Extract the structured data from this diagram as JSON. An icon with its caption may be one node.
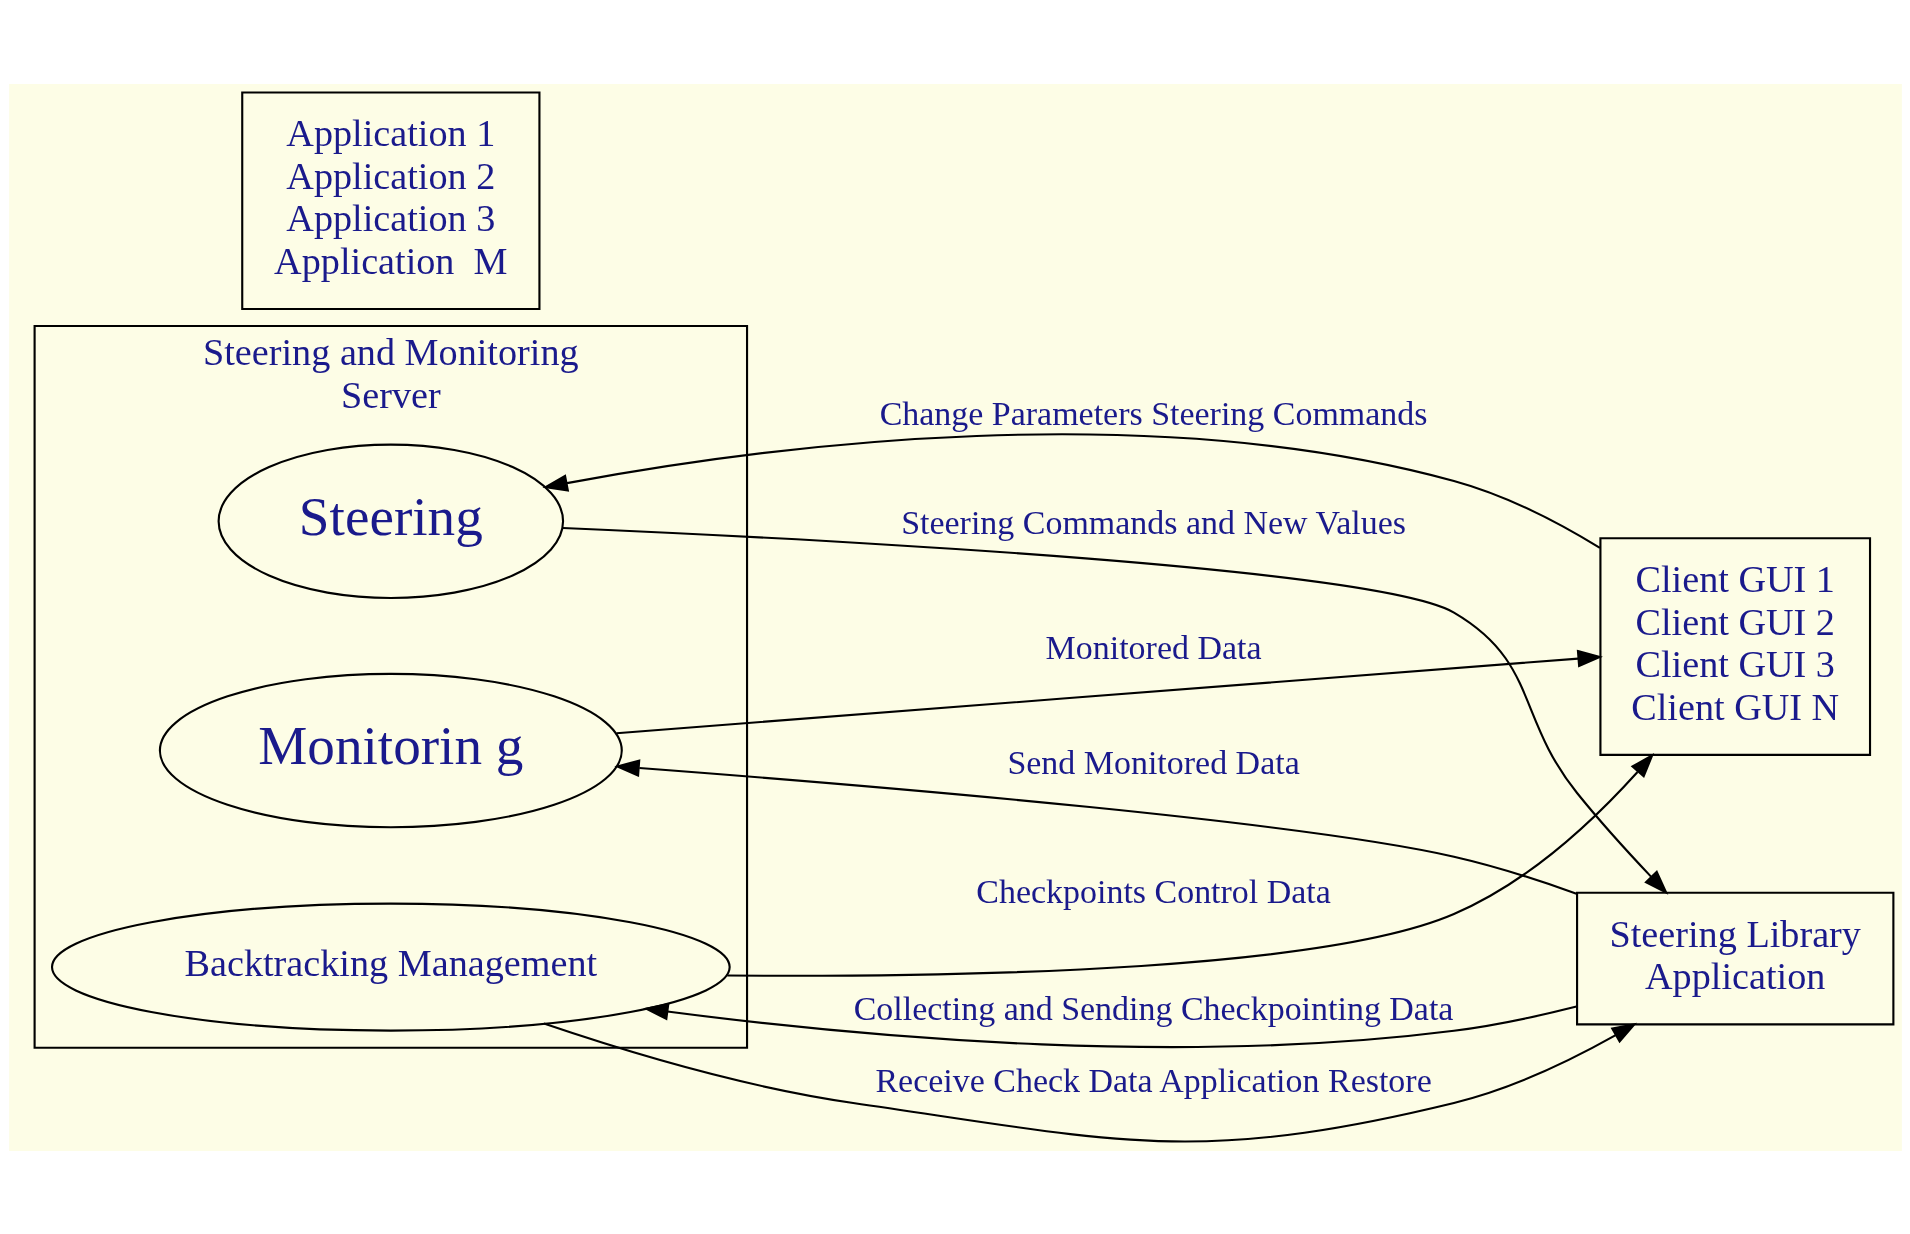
{
  "diagram": {
    "nodes": [
      {
        "text": [
          "Client GUI 1",
          "Client GUI 2",
          "Client GUI 3",
          "Client GUI N"
        ]
      },
      {
        "text": [
          "Steering and Monitoring",
          "Server"
        ]
      },
      {
        "text": [
          "Steering"
        ],
        "in": 1
      },
      {
        "text": [
          "Monitorin g"
        ],
        "in": 1
      },
      {
        "text": [
          "Backtracking Management"
        ],
        "in": 1
      },
      {
        "text": [
          "Steering Library",
          "Application"
        ]
      },
      {
        "text": [
          "Application 1",
          "Application 2",
          "Application 3",
          "Application  M"
        ]
      }
    ],
    "edges": [
      {
        "from": 0,
        "to": 2,
        "arrow": "to",
        "label": "Change Parameters Steering Commands"
      },
      {
        "from": 3,
        "to": 0,
        "arrow": "to",
        "label": "Monitored Data"
      },
      {
        "from": 4,
        "to": 0,
        "arrow": "to",
        "label": "Checkpoints Control Data"
      },
      {
        "from": 2,
        "to": 5,
        "arrow": "to",
        "label": "Steering Commands and New Values"
      },
      {
        "from": 5,
        "to": 3,
        "arrow": "to",
        "label": "Send Monitored Data"
      },
      {
        "from": 5,
        "to": 4,
        "arrow": "to",
        "label": "Collecting and Sending Checkpointing Data"
      },
      {
        "from": 4,
        "to": 5,
        "arrow": "to",
        "label": "Receive Check Data Application Restore"
      }
    ]
  }
}
